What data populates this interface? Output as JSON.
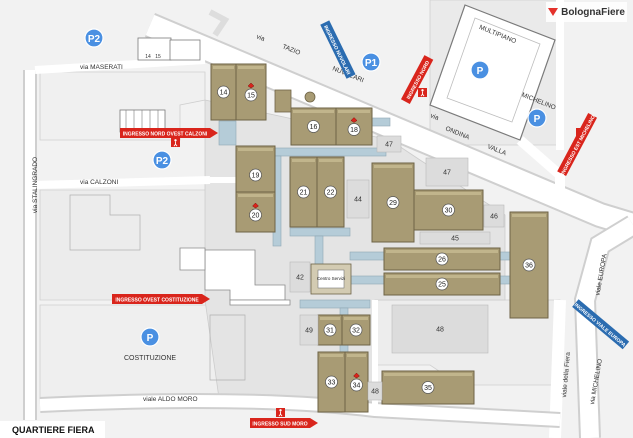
{
  "brand": {
    "name": "BolognaFiere",
    "color": "#e4312b"
  },
  "title": "QUARTIERE FIERA",
  "colors": {
    "building": "#a89b74",
    "building_edge": "#6e6346",
    "parking": "#4a90e2",
    "entrance": "#d9251c",
    "entrance_blue": "#2b6cb0",
    "road": "#ffffff",
    "bridge": "#b5ccd8"
  },
  "streets": {
    "stalingrado": "via STALINGRADO",
    "maserati": "via MASERATI",
    "calzoni": "via CALZONI",
    "tazio_nuvolari": [
      "via",
      "TAZIO",
      "NUVOLARI"
    ],
    "ondina_valla": [
      "via",
      "ONDINA",
      "VALLA"
    ],
    "europa": "viale EUROPA",
    "aldo_moro": "viale ALDO MORO",
    "fiera": "viale della Fiera",
    "michelino": "via MICHELINO"
  },
  "places": {
    "multipiano": "MULTIPIANO",
    "michelino": "MICHELINO",
    "costituzione": "COSTITUZIONE",
    "centro_servizi": "Centro Servizi"
  },
  "parking": [
    "P1",
    "P2",
    "P2",
    "P",
    "P",
    "P"
  ],
  "entrances": {
    "nord_ovest_calzoni": "INGRESSO NORD OVEST CALZONI",
    "ovest_costituzione": "INGRESSO OVEST COSTITUZIONE",
    "sud_moro": "INGRESSO SUD MORO",
    "nord": "INGRESSO NORD",
    "est_michelino": "INGRESSO EST MICHELINO",
    "nuvolari_sign": "INGRESSO NUVOLARI",
    "viale_europa": "INGRESSO VIALE EUROPA"
  },
  "small_labels": {
    "a": "14",
    "b": "15"
  },
  "halls": [
    {
      "id": "14",
      "star": false
    },
    {
      "id": "15",
      "star": true
    },
    {
      "id": "16",
      "star": false
    },
    {
      "id": "18",
      "star": true
    },
    {
      "id": "19",
      "star": false
    },
    {
      "id": "20",
      "star": true
    },
    {
      "id": "21",
      "star": false
    },
    {
      "id": "22",
      "star": false
    },
    {
      "id": "25",
      "star": false
    },
    {
      "id": "26",
      "star": false
    },
    {
      "id": "29",
      "star": false
    },
    {
      "id": "30",
      "star": false
    },
    {
      "id": "31",
      "star": false
    },
    {
      "id": "32",
      "star": false
    },
    {
      "id": "33",
      "star": false
    },
    {
      "id": "34",
      "star": true
    },
    {
      "id": "35",
      "star": false
    },
    {
      "id": "36",
      "star": false
    },
    {
      "id": "42",
      "star": false
    },
    {
      "id": "44",
      "star": false
    },
    {
      "id": "45",
      "star": false
    },
    {
      "id": "46",
      "star": false
    },
    {
      "id": "47",
      "star": false
    },
    {
      "id": "47",
      "star": false
    },
    {
      "id": "48",
      "star": false
    },
    {
      "id": "48",
      "star": false
    },
    {
      "id": "49",
      "star": false
    }
  ]
}
